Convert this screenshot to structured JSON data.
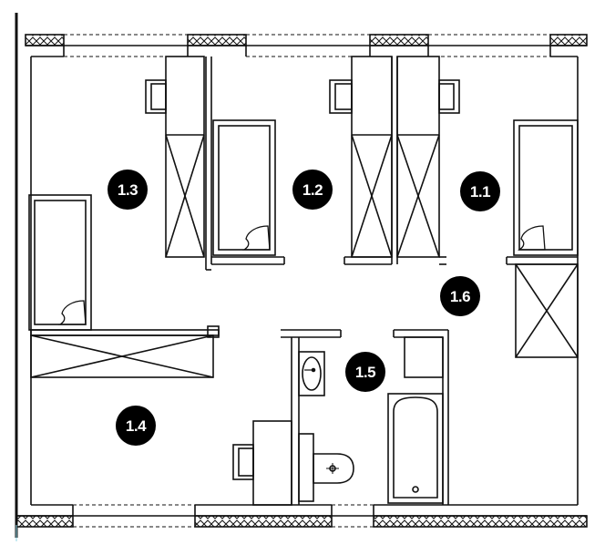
{
  "rooms": [
    {
      "id": "r11",
      "label": "1.1"
    },
    {
      "id": "r12",
      "label": "1.2"
    },
    {
      "id": "r13",
      "label": "1.3"
    },
    {
      "id": "r14",
      "label": "1.4"
    },
    {
      "id": "r15",
      "label": "1.5"
    },
    {
      "id": "r16",
      "label": "1.6"
    }
  ],
  "colors": {
    "line": "#111111",
    "badge": "#000000",
    "badge_text": "#ffffff",
    "background": "#ffffff"
  }
}
